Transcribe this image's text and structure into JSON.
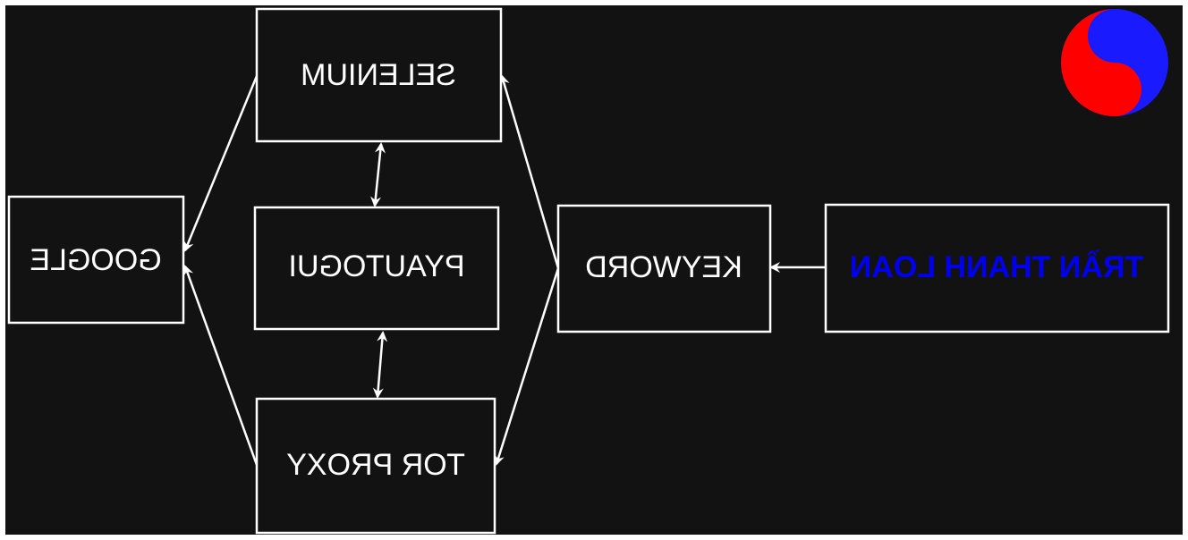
{
  "colors": {
    "background": "#121212",
    "stroke": "#ffffff",
    "text": "#ffffff",
    "accent_text": "#0000ee",
    "yin": "#ff0000",
    "yang": "#1a1aff"
  },
  "text_direction": "mirrored-horizontal",
  "nodes": {
    "google": "GOOGLE",
    "selenium": "SELENIUM",
    "pyautogui": "PYAUTOGUI",
    "tor_proxy": "TOR PROXY",
    "keyword": "KEYWORD",
    "author": "TRẦN THANH LOAN"
  },
  "logo": {
    "icon": "yin-yang-icon"
  }
}
